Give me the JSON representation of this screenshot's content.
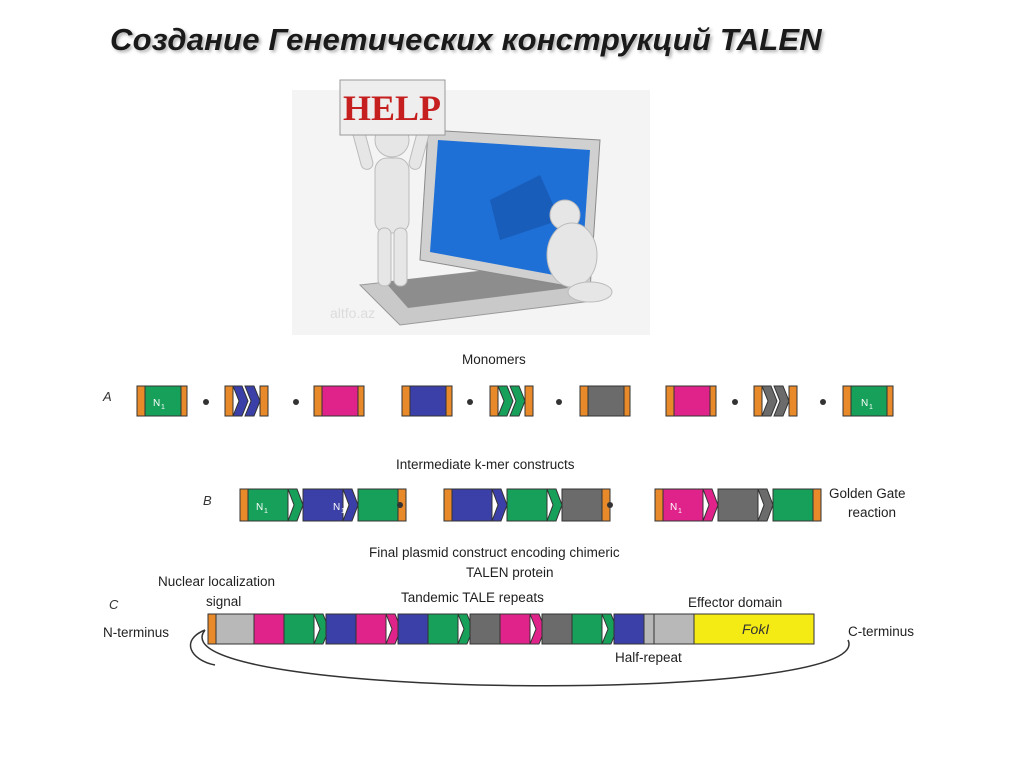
{
  "title": "Создание Генетических конструкций TALEN",
  "illustration": {
    "sign_text": "HELP",
    "watermark": "altfo.az"
  },
  "row_a": {
    "letter": "A",
    "heading": "Monomers"
  },
  "row_b": {
    "letter": "B",
    "heading": "Intermediate k-mer constructs",
    "side_label_1": "Golden Gate",
    "side_label_2": "reaction"
  },
  "row_c": {
    "letter": "C",
    "heading_1": "Final plasmid construct encoding chimeric",
    "heading_2": "TALEN protein",
    "nls_1": "Nuclear localization",
    "nls_2": "signal",
    "repeats": "Tandemic TALE repeats",
    "effector": "Effector domain",
    "n_term": "N-terminus",
    "c_term": "C-terminus",
    "half_repeat": "Half-repeat",
    "fok": "FokI"
  },
  "block_n_label": "N",
  "block_n_sub": "1",
  "colors": {
    "green": "#17a05a",
    "blue": "#3b3fa8",
    "magenta": "#e0238a",
    "gray": "#6b6b6b",
    "orange": "#e88a2a",
    "yellow": "#f5eb14",
    "lightgray": "#b8b8b8"
  }
}
